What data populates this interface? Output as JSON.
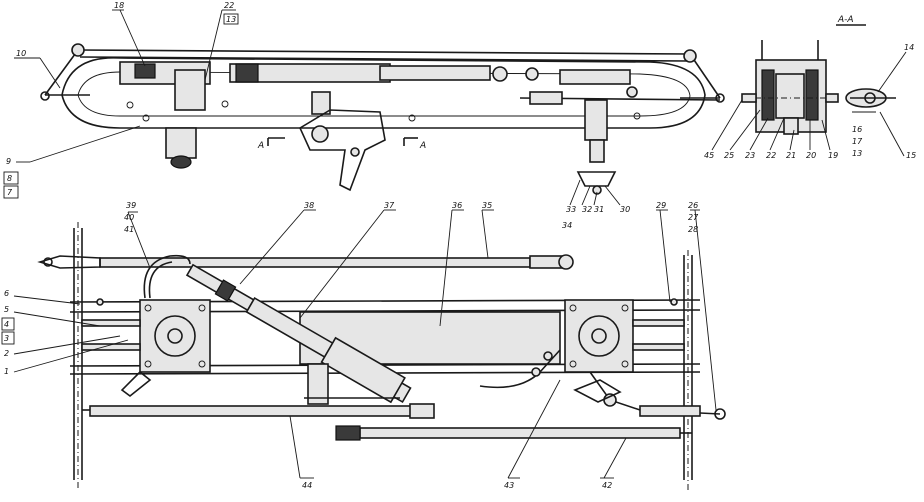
{
  "section_title": "А-А",
  "section_mark": "А",
  "callouts": {
    "top_view": [
      "10",
      "18",
      "22",
      "13",
      "9",
      "8",
      "7"
    ],
    "section_view": [
      "14",
      "45",
      "25",
      "23",
      "22",
      "21",
      "20",
      "19",
      "15",
      "16",
      "17",
      "13"
    ],
    "bottom_pivot": [
      "33",
      "32",
      "31",
      "30",
      "34"
    ],
    "plan_view_top": [
      "39",
      "40",
      "41",
      "38",
      "37",
      "36",
      "35",
      "29",
      "26",
      "27",
      "28"
    ],
    "plan_view_left": [
      "6",
      "5",
      "4",
      "3",
      "2",
      "1"
    ],
    "plan_view_bottom": [
      "44",
      "43",
      "42"
    ]
  }
}
